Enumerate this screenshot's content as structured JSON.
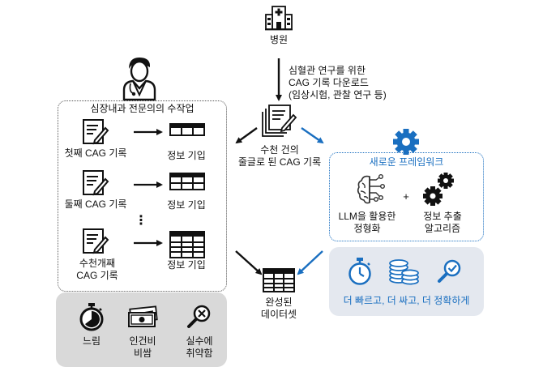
{
  "hospital": {
    "label": "병원"
  },
  "download": {
    "lines": [
      "심혈관 연구를 위한",
      "CAG 기록 다운로드",
      "(임상시험, 관찰 연구 등)"
    ]
  },
  "records_pile": {
    "lines": [
      "수천 건의",
      "줄글로 된 CAG 기록"
    ]
  },
  "manual": {
    "title": "심장내과 전문의의 수작업",
    "rows": [
      {
        "record": [
          "첫째 CAG 기록"
        ],
        "result": "정보 기입"
      },
      {
        "record": [
          "둘째 CAG 기록"
        ],
        "result": "정보 기입"
      },
      {
        "record": [
          "수천개째",
          "CAG 기록"
        ],
        "result": "정보 기입"
      }
    ],
    "ellipsis": "⋮"
  },
  "framework": {
    "title": "새로운 프레임워크",
    "llm": [
      "LLM을 활용한",
      "정형화"
    ],
    "plus": "+",
    "algo": [
      "정보 추출",
      "알고리즘"
    ]
  },
  "dataset": {
    "lines": [
      "완성된",
      "데이터셋"
    ]
  },
  "drawbacks": [
    {
      "lines": [
        "느림"
      ]
    },
    {
      "lines": [
        "인건비",
        "비쌈"
      ]
    },
    {
      "lines": [
        "실수에",
        "취약함"
      ]
    }
  ],
  "benefits": {
    "text": "더 빠르고, 더 싸고, 더 정확하게"
  },
  "colors": {
    "accent": "#1a6fc0",
    "gray_panel": "#d9d9d9",
    "light_panel": "#e4e8ef"
  }
}
